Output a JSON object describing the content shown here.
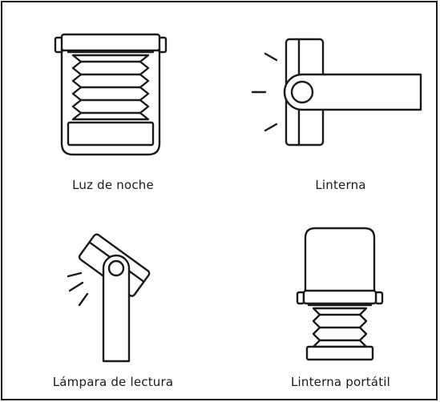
{
  "modes": [
    {
      "label": "Luz de noche",
      "icon": "lantern-night-light-icon"
    },
    {
      "label": "Linterna",
      "icon": "flashlight-beam-icon"
    },
    {
      "label": "Lámpara de lectura",
      "icon": "reading-lamp-icon"
    },
    {
      "label": "Linterna portátil",
      "icon": "portable-lantern-icon"
    }
  ],
  "colors": {
    "stroke": "#1a1a1a",
    "background": "#ffffff"
  }
}
